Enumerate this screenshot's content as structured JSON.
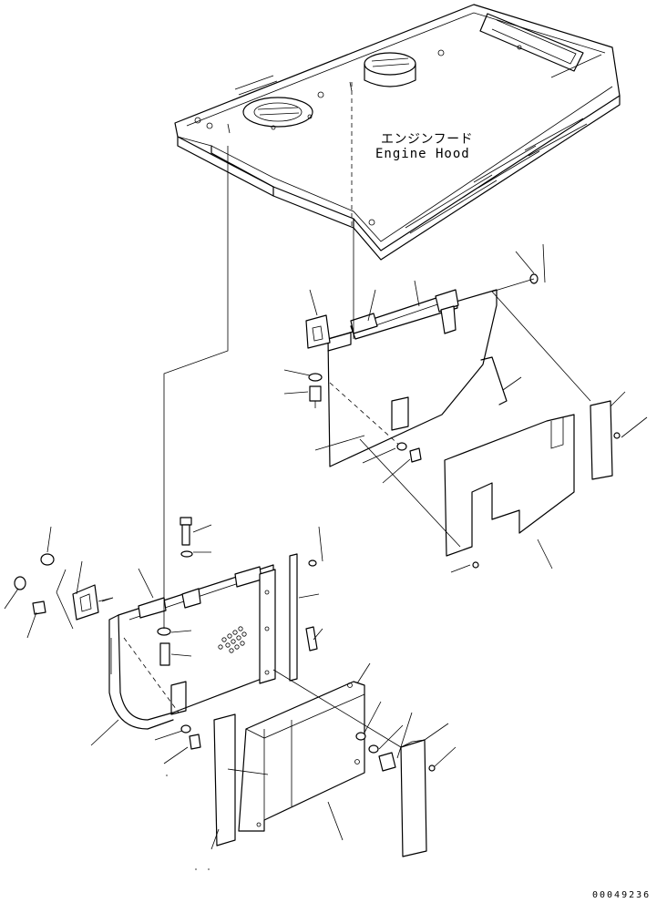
{
  "diagram": {
    "hood_label_ja": "エンジンフード",
    "hood_label_en": "Engine Hood",
    "drawing_number": "00049236"
  },
  "colors": {
    "line": "#000000",
    "background": "#ffffff"
  }
}
